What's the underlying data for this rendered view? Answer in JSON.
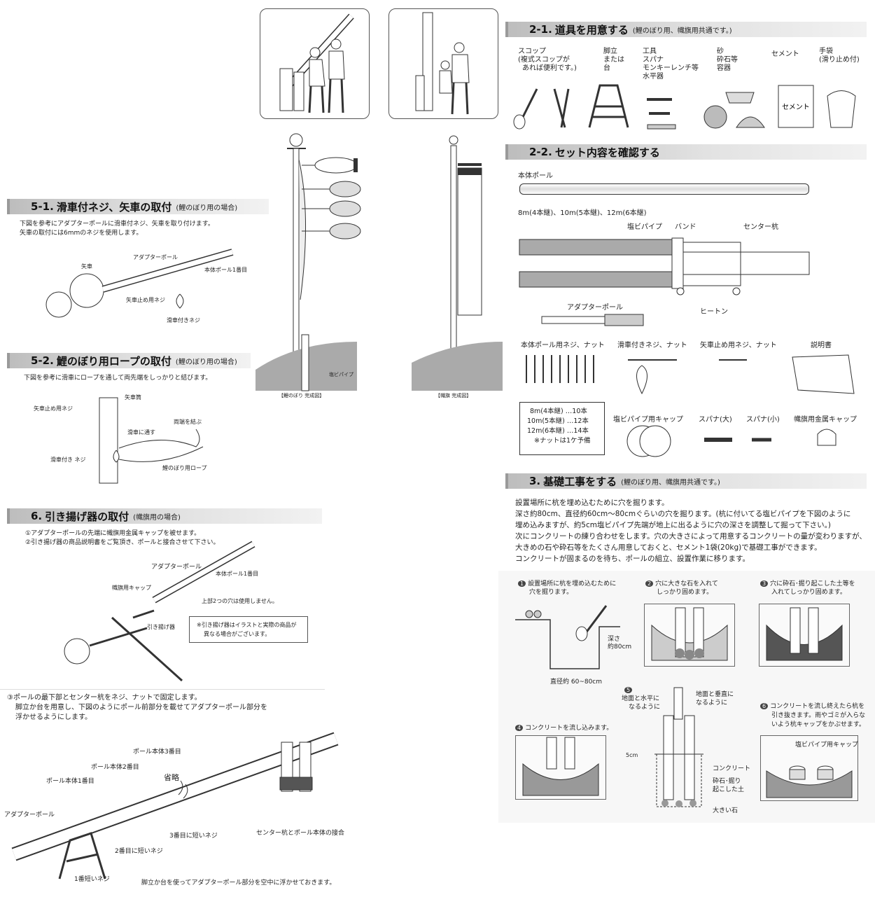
{
  "sec21": {
    "num": "2-1.",
    "title": "道具を用意する",
    "sub": "(鯉のぼり用、幟旗用共通です。)",
    "tools": [
      {
        "l1": "スコップ",
        "l2": "(複式スコップが",
        "l3": "あれば便利です。)"
      },
      {
        "l1": "脚立",
        "l2": "または",
        "l3": "台"
      },
      {
        "l1": "工具",
        "l2": "スパナ",
        "l3": "モンキーレンチ等",
        "l4": "水平器"
      },
      {
        "l1": "砂",
        "l2": "砕石等",
        "l3": "容器"
      },
      {
        "l1": "セメント"
      },
      {
        "l1": "手袋",
        "l2": "(滑り止め付)"
      }
    ],
    "cement_bag": "セメント"
  },
  "sec22": {
    "num": "2-2.",
    "title": "セット内容を確認する",
    "pole_label": "本体ポール",
    "pole_sizes": "8m(4本継)、10m(5本継)、12m(6本継)",
    "pvc": "塩ビパイプ",
    "band": "バンド",
    "center": "センター杭",
    "heaton": "ヒートン",
    "adapter": "アダプターポール",
    "screws_main": "本体ポール用ネジ、ナット",
    "screws_pulley": "滑車付きネジ、ナット",
    "screws_stop": "矢車止め用ネジ、ナット",
    "manual": "説明書",
    "counts": [
      "8m(4本継) …10本",
      "10m(5本継) …12本",
      "12m(6本継) …14本",
      "※ナットは1ケ予備"
    ],
    "cap_pvc": "塩ビパイプ用キャップ",
    "wrench_l": "スパナ(大)",
    "wrench_s": "スパナ(小)",
    "cap_metal": "幟旗用金属キャップ"
  },
  "sec3": {
    "num": "3.",
    "title": "基礎工事をする",
    "sub": "(鯉のぼり用、幟旗用共通です。)",
    "lines": [
      "設置場所に杭を埋め込むために穴を掘ります。",
      "深さ約80cm、直径約60cm～80cmぐらいの穴を掘ります。(杭に付いてる塩ビパイプを下図のように",
      "埋め込みますが、約5cm塩ビパイプ先端が地上に出るように穴の深さを調整して掘って下さい。)",
      "次にコンクリートの練り合わせをします。穴の大きさによって用意するコンクリートの量が変わりますが、",
      "大きめの石や砕石等をたくさん用意しておくと、セメント1袋(20kg)で基礎工事ができます。",
      "コンクリートが固まるのを待ち、ポールの組立、設置作業に移ります。"
    ],
    "s1a": "設置場所に杭を埋め込むために",
    "s1b": "穴を掘ります。",
    "s2a": "穴に大きな石を入れて",
    "s2b": "しっかり固めます。",
    "s3a": "穴に砕石･掘り起こした土等を",
    "s3b": "入れてしっかり固めます。",
    "s4": "コンクリートを流し込みます。",
    "s5a": "地面と水平に",
    "s5b": "なるように",
    "s5c": "地面と垂直に",
    "s5d": "なるように",
    "s6a": "コンクリートを流し終えたら杭を",
    "s6b": "引き抜きます。雨やゴミが入らな",
    "s6c": "いよう杭キャップをかぶせます。",
    "depth": "深さ",
    "depth2": "約80cm",
    "diam": "直径約 60~80cm",
    "cm5": "5cm",
    "concrete": "コンクリート",
    "gravel1": "砕石･掘り",
    "gravel2": "起こした土",
    "bigstone": "大きい石",
    "pvccap": "塩ビパイプ用キャップ",
    "nums": [
      "1",
      "2",
      "3",
      "4",
      "5",
      "6"
    ]
  },
  "sec51": {
    "num": "5-1.",
    "title": "滑車付ネジ、矢車の取付",
    "sub": "(鯉のぼり用の場合)",
    "l1": "下図を参考にアダプターポールに滑車付ネジ、矢車を取り付けます。",
    "l2": "矢車の取付には6mmのネジを使用します。",
    "yaguruma": "矢車",
    "adapter": "アダプターポール",
    "pole1": "本体ポール1番目",
    "stop": "矢車止め用ネジ",
    "pulley": "滑車付きネジ"
  },
  "sec52": {
    "num": "5-2.",
    "title": "鯉のぼり用ロープの取付",
    "sub": "(鯉のぼり用の場合)",
    "l1": "下図を参考に滑車にロープを通して両先端をしっかりと結びます。",
    "stop": "矢車止め用ネジ",
    "tube": "矢車筒",
    "through": "滑車に通す",
    "tie": "両端を結ぶ",
    "pulley": "滑車付き ネジ",
    "rope": "鯉のぼり用ロープ"
  },
  "sec6": {
    "num": "6.",
    "title": "引き揚げ器の取付",
    "sub": "(幟旗用の場合)",
    "l1": "①アダプターポールの先端に幟旗用金属キャップを被せます。",
    "l2": "②引き揚げ器の商品説明書をご覧頂き、ポールと接合させて下さい。",
    "adapter": "アダプターポール",
    "pole1": "本体ポール1番目",
    "cap": "幟旗用キャップ",
    "holes": "上部2つの穴は使用しません。",
    "lifter": "引き揚げ器",
    "note1": "※引き揚げ器はイラストと実際の商品が",
    "note2": "異なる場合がございます。"
  },
  "sec_bottom": {
    "l1": "③ポールの最下部とセンター杭をネジ、ナットで固定します。",
    "l2": "脚立か台を用意し、下図のようにポール前部分を載せてアダプターポール部分を",
    "l3": "浮かせるようにします。",
    "p3": "ポール本体3番目",
    "p2": "ポール本体2番目",
    "p1": "ポール本体1番目",
    "adapter": "アダプターポール",
    "omit": "省略",
    "s3": "3番目に短いネジ",
    "s2": "2番目に短いネジ",
    "s1": "1番短いネジ",
    "joint": "センター杭とポール本体の接合",
    "stand": "脚立か台を使ってアダプターポール部分を空中に浮かせておきます。"
  },
  "complete": {
    "koi": "【鯉のぼり 完成図】",
    "nobori": "【幟旗 完成図】",
    "pvc": "塩ビパイプ"
  }
}
